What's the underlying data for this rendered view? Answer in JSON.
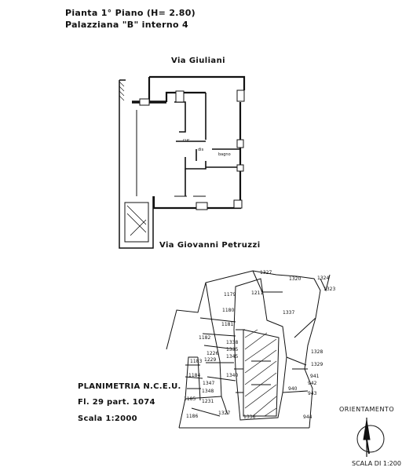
{
  "header": {
    "line1": "Pianta 1° Piano   (H= 2.80)",
    "line2": "Palazziana \"B\" interno 4"
  },
  "streets": {
    "north": "Via Giuliani",
    "south": "Via Giovanni Petruzzi"
  },
  "rooms": {
    "room_a": "cuc",
    "room_b": "bagno",
    "room_c": "dis"
  },
  "cadastral": {
    "title": "PLANIMETRIA N.C.E.U.",
    "sheet": "Fl. 29 part. 1074",
    "scale": "Scala 1:2000"
  },
  "parcels": [
    "1327",
    "1320",
    "1324",
    "1323",
    "1179",
    "1211",
    "1337",
    "1180",
    "1181",
    "1182",
    "1338",
    "1335",
    "1345",
    "1328",
    "1329",
    "1183",
    "1226",
    "1229",
    "1347",
    "1184",
    "1340",
    "941",
    "942",
    "943",
    "940",
    "1348",
    "1185",
    "1231",
    "944",
    "1186",
    "1327",
    "1336"
  ],
  "orientation": {
    "label": "ORIENTAMENTO",
    "scale_label": "SCALA DI 1:200"
  },
  "colors": {
    "ink": "#111111",
    "paper": "#ffffff"
  }
}
